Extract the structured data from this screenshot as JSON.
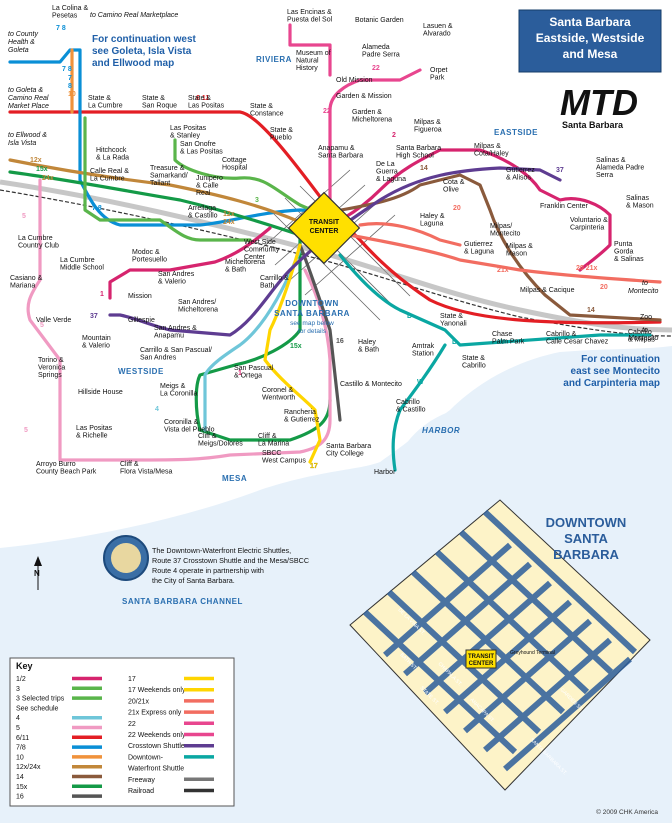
{
  "title": {
    "line1": "Santa Barbara",
    "line2": "Eastside, Westside",
    "line3": "and Mesa"
  },
  "logo": {
    "text": "MTD",
    "sub": "Santa Barbara"
  },
  "notes": {
    "goleta": [
      "For continuation west",
      "see Goleta, Isla Vista",
      "and Ellwood map"
    ],
    "montecito": [
      "For continuation",
      "east see Montecito",
      "and Carpinteria map"
    ],
    "shuttles": [
      "The Downtown-Waterfront Electric Shuttles,",
      "Route 37 Crosstown Shuttle and the Mesa/SBCC",
      "Route 4 operate in partnership with",
      "the City of Santa Barbara."
    ]
  },
  "areas": {
    "riviera": "RIVIERA",
    "eastside": "EASTSIDE",
    "westside": "WESTSIDE",
    "mesa": "MESA",
    "harbor": "HARBOR",
    "downtown": [
      "DOWNTOWN",
      "SANTA BARBARA"
    ],
    "downtown_map_label": [
      "see map below",
      "for details"
    ],
    "channel": "SANTA   BARBARA   CHANNEL"
  },
  "transit_center": [
    "TRANSIT",
    "CENTER"
  ],
  "inset": {
    "title": [
      "DOWNTOWN",
      "SANTA",
      "BARBARA"
    ],
    "transit_center": [
      "TRANSIT",
      "CENTER"
    ],
    "greyhound": "Greyhound Terminal",
    "streets": [
      "STATE ST.",
      "CHAPALA ST.",
      "ANACAPA ST.",
      "SANTA BARBARA ST.",
      "GARDEN ST.",
      "DE LA VINA ST.",
      "BATH ST."
    ]
  },
  "edge_labels": {
    "camino_real": "to Camino Real Marketplace",
    "county_health": [
      "to County",
      "Health &",
      "Goleta"
    ],
    "goleta_camino": [
      "to Goleta &",
      "Camino Real",
      "Market Place"
    ],
    "ellwood": [
      "to Ellwood &",
      "Isla Vista"
    ],
    "montecito1": [
      "to",
      "Montecito"
    ],
    "montecito2": [
      "to",
      "Montecito"
    ],
    "zoo": "Zoo"
  },
  "stops": [
    {
      "id": "la-colina",
      "lines": [
        "La Colina &",
        "Pesetas"
      ]
    },
    {
      "id": "las-encinas",
      "lines": [
        "Las Encinas &",
        "Puesta del Sol"
      ]
    },
    {
      "id": "botanic",
      "lines": [
        "Botanic Garden"
      ]
    },
    {
      "id": "lasuen",
      "lines": [
        "Lasuen &",
        "Alvarado"
      ]
    },
    {
      "id": "orpet",
      "lines": [
        "Orpet",
        "Park"
      ]
    },
    {
      "id": "alameda",
      "lines": [
        "Alameda",
        "Padre Serra"
      ]
    },
    {
      "id": "museum",
      "lines": [
        "Museum of",
        "Natural",
        "History"
      ]
    },
    {
      "id": "old-mission",
      "lines": [
        "Old Mission"
      ]
    },
    {
      "id": "garden-mission",
      "lines": [
        "Garden & Mission"
      ]
    },
    {
      "id": "garden-micheltorena",
      "lines": [
        "Garden &",
        "Micheltorena"
      ]
    },
    {
      "id": "state-la-cumbre",
      "lines": [
        "State &",
        "La Cumbre"
      ]
    },
    {
      "id": "state-san-roque",
      "lines": [
        "State &",
        "San Roque"
      ]
    },
    {
      "id": "state-las-positas",
      "lines": [
        "State &",
        "Las Positas"
      ]
    },
    {
      "id": "state-constance",
      "lines": [
        "State &",
        "Constance"
      ]
    },
    {
      "id": "state-pueblo",
      "lines": [
        "State &",
        "Pueblo"
      ]
    },
    {
      "id": "las-positas-stanley",
      "lines": [
        "Las Positas",
        "& Stanley"
      ]
    },
    {
      "id": "san-onofre",
      "lines": [
        "San Onofre",
        "& Las Positas"
      ]
    },
    {
      "id": "hitchcock",
      "lines": [
        "Hitchcock",
        "& La Rada"
      ]
    },
    {
      "id": "calle-real",
      "lines": [
        "Calle Real &",
        "La Cumbre"
      ]
    },
    {
      "id": "treasure",
      "lines": [
        "Treasure &",
        "Samarkand/",
        "Tallant"
      ]
    },
    {
      "id": "cottage",
      "lines": [
        "Cottage",
        "Hospital"
      ]
    },
    {
      "id": "junipero",
      "lines": [
        "Junipero",
        "& Calle",
        "Real"
      ]
    },
    {
      "id": "arrellaga",
      "lines": [
        "Arrellaga",
        "& Castillo"
      ]
    },
    {
      "id": "anapamu-sb",
      "lines": [
        "Anapamu &",
        "Santa Barbara"
      ]
    },
    {
      "id": "sb-high",
      "lines": [
        "Santa Barbara",
        "High School"
      ]
    },
    {
      "id": "milpas-figueroa",
      "lines": [
        "Milpas &",
        "Figueroa"
      ]
    },
    {
      "id": "milpas-cota",
      "lines": [
        "Milpas &",
        "Cota/Haley"
      ]
    },
    {
      "id": "de-la-guerra",
      "lines": [
        "De La",
        "Guerra",
        "& Laguna"
      ]
    },
    {
      "id": "cota-olive",
      "lines": [
        "Cota &",
        "Olive"
      ]
    },
    {
      "id": "gutierrez-alisos",
      "lines": [
        "Gutierrez",
        "& Alisos"
      ]
    },
    {
      "id": "salinas-alameda",
      "lines": [
        "Salinas &",
        "Alameda Padre",
        "Serra"
      ]
    },
    {
      "id": "salinas-mason",
      "lines": [
        "Salinas",
        "& Mason"
      ]
    },
    {
      "id": "franklin",
      "lines": [
        "Franklin Center"
      ]
    },
    {
      "id": "voluntario",
      "lines": [
        "Voluntario &",
        "Carpinteria"
      ]
    },
    {
      "id": "punta-gorda",
      "lines": [
        "Punta",
        "Gorda",
        "& Salinas"
      ]
    },
    {
      "id": "haley-laguna",
      "lines": [
        "Haley &",
        "Laguna"
      ]
    },
    {
      "id": "milpas-montecito",
      "lines": [
        "Milpas/",
        "Montecito"
      ]
    },
    {
      "id": "gutierrez-laguna",
      "lines": [
        "Gutierrez",
        "& Laguna"
      ]
    },
    {
      "id": "milpas-mason",
      "lines": [
        "Milpas &",
        "Mason"
      ]
    },
    {
      "id": "milpas-cacique",
      "lines": [
        "Milpas & Cacique"
      ]
    },
    {
      "id": "la-cumbre-cc",
      "lines": [
        "La Cumbre",
        "Country Club"
      ]
    },
    {
      "id": "la-cumbre-ms",
      "lines": [
        "La Cumbre",
        "Middle School"
      ]
    },
    {
      "id": "modoc",
      "lines": [
        "Modoc &",
        "Portesuello"
      ]
    },
    {
      "id": "west-side-cc",
      "lines": [
        "West Side",
        "Community",
        "Center"
      ]
    },
    {
      "id": "micheltorena-bath",
      "lines": [
        "Micheltorena",
        "& Bath"
      ]
    },
    {
      "id": "carrillo-bath",
      "lines": [
        "Carrillo &",
        "Bath"
      ]
    },
    {
      "id": "san-andres-valerio",
      "lines": [
        "San Andres",
        "& Valerio"
      ]
    },
    {
      "id": "mission",
      "lines": [
        "Mission"
      ]
    },
    {
      "id": "san-andres-mich",
      "lines": [
        "San Andres/",
        "Micheltorena"
      ]
    },
    {
      "id": "casiano",
      "lines": [
        "Casiano &",
        "Mariana"
      ]
    },
    {
      "id": "valle-verde",
      "lines": [
        "Valle Verde"
      ]
    },
    {
      "id": "gillespie",
      "lines": [
        "Gillespie"
      ]
    },
    {
      "id": "san-andres-anapamu",
      "lines": [
        "San Andres &",
        "Anapamu"
      ]
    },
    {
      "id": "carrillo-sp",
      "lines": [
        "Carrillo & San Pascual/",
        "San Andres"
      ]
    },
    {
      "id": "mountain-valerio",
      "lines": [
        "Mountain",
        "& Valerio"
      ]
    },
    {
      "id": "state-yanonali",
      "lines": [
        "State &",
        "Yanonali"
      ]
    },
    {
      "id": "chase-palm",
      "lines": [
        "Chase",
        "Palm Park"
      ]
    },
    {
      "id": "cabrillo-cesar",
      "lines": [
        "Cabrillo &",
        "Calle Cesar Chavez"
      ]
    },
    {
      "id": "cabrillo-milpas",
      "lines": [
        "Cabrillo",
        "& Milpas"
      ]
    },
    {
      "id": "amtrak",
      "lines": [
        "Amtrak",
        "Station"
      ]
    },
    {
      "id": "state-cabrillo",
      "lines": [
        "State &",
        "Cabrillo"
      ]
    },
    {
      "id": "cabrillo-castillo",
      "lines": [
        "Cabrillo",
        "& Castillo"
      ]
    },
    {
      "id": "harbor",
      "lines": [
        "Harbor"
      ]
    },
    {
      "id": "haley-bath",
      "lines": [
        "Haley",
        "& Bath"
      ]
    },
    {
      "id": "castillo-montecito",
      "lines": [
        "Castillo & Montecito"
      ]
    },
    {
      "id": "san-pascual-ortega",
      "lines": [
        "San Pascual",
        "& Ortega"
      ]
    },
    {
      "id": "coronel",
      "lines": [
        "Coronel &",
        "Wentworth"
      ]
    },
    {
      "id": "rancheria",
      "lines": [
        "Rancheria",
        "& Gutierrez"
      ]
    },
    {
      "id": "sbcc",
      "lines": [
        "Santa Barbara",
        "City College"
      ]
    },
    {
      "id": "sbcc-west",
      "lines": [
        "SBCC",
        "West Campus"
      ]
    },
    {
      "id": "meigs-coronilla",
      "lines": [
        "Meigs &",
        "La Coronilla"
      ]
    },
    {
      "id": "coronilla-vista",
      "lines": [
        "Coronilla &",
        "Vista del Pueblo"
      ]
    },
    {
      "id": "cliff-meigs",
      "lines": [
        "Cliff &",
        "Meigs/Dolores"
      ]
    },
    {
      "id": "cliff-marina",
      "lines": [
        "Cliff &",
        "La Marina"
      ]
    },
    {
      "id": "torino",
      "lines": [
        "Torino &",
        "Veronica",
        "Springs"
      ]
    },
    {
      "id": "hillside",
      "lines": [
        "Hillside House"
      ]
    },
    {
      "id": "las-positas-richelle",
      "lines": [
        "Las Positas",
        "& Richelle"
      ]
    },
    {
      "id": "arroyo-burro",
      "lines": [
        "Arroyo Burro",
        "County Beach Park"
      ]
    },
    {
      "id": "cliff-flora",
      "lines": [
        "Cliff &",
        "Flora Vista/Mesa"
      ]
    }
  ],
  "key": {
    "title": "Key",
    "col1": [
      "1/2",
      "3",
      "3 Selected trips",
      "See schedule",
      "4",
      "5",
      "6/11",
      "7/8",
      "10",
      "12x/24x",
      "14",
      "15x",
      "16"
    ],
    "col2": [
      "17",
      "17 Weekends only",
      "20/21x",
      "21x Express only",
      "22",
      "22 Weekends only",
      "Crosstown Shuttle",
      "Downtown-",
      "Waterfront Shuttle",
      "Freeway",
      "Railroad"
    ],
    "col1_colors": [
      "#d6246e",
      "#5ab54b",
      "#5ab54b",
      "",
      "#6fc6d9",
      "#f09ac2",
      "#e31e24",
      "#0a8fd6",
      "#f0923b",
      "#c1873a",
      "#8a5a3c",
      "#149a47",
      "#555555"
    ],
    "col2_colors": [
      "#ffd500",
      "#ffd500",
      "#f26d61",
      "#f26d61",
      "#e8468f",
      "#e8468f",
      "#5e3c91",
      "#0aa7a2",
      "",
      "#777777",
      "#333333"
    ]
  },
  "credit": "© 2009 CHK America"
}
